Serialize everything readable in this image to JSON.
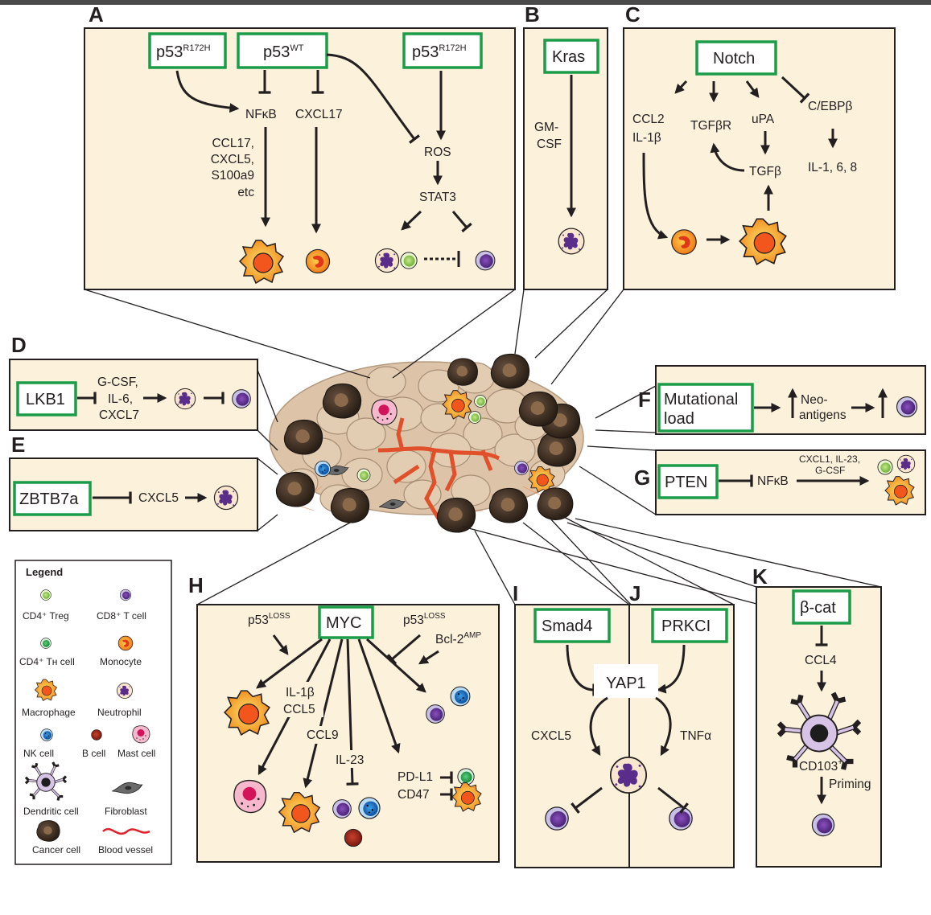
{
  "panels": {
    "A": {
      "letter": "A",
      "gene_left": "p53",
      "gene_left_sup": "R172H",
      "gene_mid": "p53",
      "gene_mid_sup": "WT",
      "gene_right": "p53",
      "gene_right_sup": "R172H",
      "nfkb": "NFκB",
      "cxcl17": "CXCL17",
      "cyto1": "CCL17,",
      "cyto2": "CXCL5,",
      "cyto3": "S100a9",
      "cyto4": "etc",
      "ros": "ROS",
      "stat3": "STAT3"
    },
    "B": {
      "letter": "B",
      "gene": "Kras",
      "l1": "GM-",
      "l2": "CSF"
    },
    "C": {
      "letter": "C",
      "gene": "Notch",
      "ccl2": "CCL2",
      "il1b": "IL-1β",
      "tgfbr": "TGFβR",
      "upa": "uPA",
      "tgfb": "TGFβ",
      "cebpb": "C/EBPβ",
      "il": "IL-1, 6, 8"
    },
    "D": {
      "letter": "D",
      "gene": "LKB1",
      "l1": "G-CSF,",
      "l2": "IL-6,",
      "l3": "CXCL7"
    },
    "E": {
      "letter": "E",
      "gene": "ZBTB7a",
      "l1": "CXCL5"
    },
    "F": {
      "letter": "F",
      "gene1": "Mutational",
      "gene2": "load",
      "l1": "Neo-",
      "l2": "antigens"
    },
    "G": {
      "letter": "G",
      "gene": "PTEN",
      "nfkb": "NFκB",
      "l1": "CXCL1, IL-23,",
      "l2": "G-CSF"
    },
    "H": {
      "letter": "H",
      "gene": "MYC",
      "p53loss_a": "p53",
      "p53loss_a_sup": "LOSS",
      "p53loss_b": "p53",
      "p53loss_b_sup": "LOSS",
      "bcl2": "Bcl-2",
      "bcl2_sup": "AMP",
      "il1b": "IL-1β",
      "ccl5": "CCL5",
      "ccl9": "CCL9",
      "il23": "IL-23",
      "pdl1": "PD-L1",
      "cd47": "CD47"
    },
    "I": {
      "letter": "I",
      "gene": "Smad4",
      "yap": "YAP1",
      "cxcl5": "CXCL5"
    },
    "J": {
      "letter": "J",
      "gene": "PRKCI",
      "tnfa": "TNFα"
    },
    "K": {
      "letter": "K",
      "gene": "β-cat",
      "ccl4": "CCL4",
      "cd103": "CD103",
      "cd103_sup": "+",
      "priming": "Priming"
    }
  },
  "legend": {
    "title": "Legend",
    "items": [
      {
        "label": "CD4⁺ Treg",
        "icon": "treg-icon"
      },
      {
        "label": "CD8⁺ T cell",
        "icon": "cd8-tcell-icon"
      },
      {
        "label": "CD4⁺ Tн cell",
        "icon": "th-cell-icon"
      },
      {
        "label": "Monocyte",
        "icon": "monocyte-icon"
      },
      {
        "label": "Macrophage",
        "icon": "macrophage-icon"
      },
      {
        "label": "Neutrophil",
        "icon": "neutrophil-icon"
      },
      {
        "label": "NK cell",
        "icon": "nk-cell-icon"
      },
      {
        "label": "B cell",
        "icon": "b-cell-icon"
      },
      {
        "label": "Mast cell",
        "icon": "mast-cell-icon"
      },
      {
        "label": "Dendritic cell",
        "icon": "dendritic-cell-icon"
      },
      {
        "label": "Fibroblast",
        "icon": "fibroblast-icon"
      },
      {
        "label": "Cancer cell",
        "icon": "cancer-cell-icon"
      },
      {
        "label": "Blood vessel",
        "icon": "blood-vessel-icon"
      }
    ]
  },
  "colors": {
    "panel_fill": "#fcf2dc",
    "gene_box_border": "#1a9c48",
    "cd8": "#6a3a98",
    "treg": "#8dc63f",
    "th": "#2fa84f",
    "macrophage": "#f26a21",
    "vessel": "#e0502a"
  }
}
